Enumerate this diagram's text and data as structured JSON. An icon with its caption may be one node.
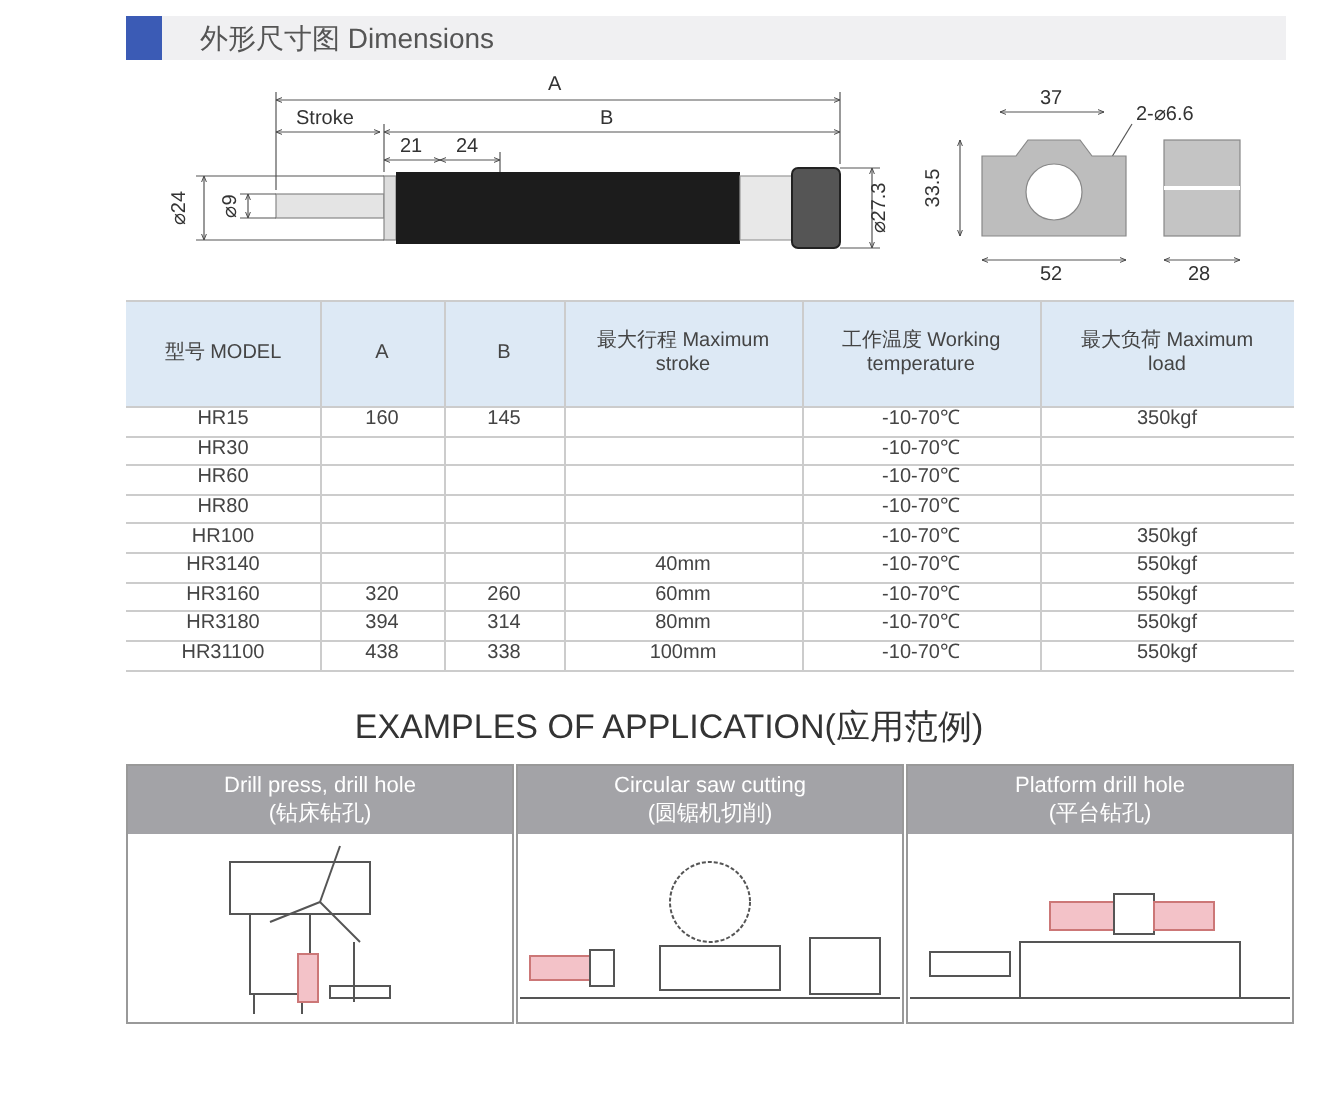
{
  "diagram": {
    "title": "外形尺寸图 Dimensions",
    "nodes": [
      {
        "text": [
          "Drill press, drill hole",
          "(钻床钻孔)"
        ]
      },
      {
        "text": [
          "Circular saw cutting",
          "(圆锯机切削)"
        ]
      },
      {
        "text": [
          "Platform drill hole",
          "(平台钻孔)"
        ]
      }
    ],
    "labels": [
      "A",
      "Stroke",
      "B",
      "21",
      "24",
      "⌀24",
      "⌀9",
      "⌀27.3",
      "37",
      "2-⌀6.6",
      "33.5",
      "52",
      "28",
      "型号 MODEL",
      "A",
      "B",
      "最大行程 Maximum stroke",
      "工作温度 Working temperature",
      "最大负荷 Maximum load",
      "HR15",
      "160",
      "145",
      "-10-70℃",
      "350kgf",
      "HR30",
      "-10-70℃",
      "HR60",
      "-10-70℃",
      "HR80",
      "-10-70℃",
      "HR100",
      "-10-70℃",
      "350kgf",
      "HR3140",
      "40mm",
      "-10-70℃",
      "550kgf",
      "HR3160",
      "320",
      "260",
      "60mm",
      "-10-70℃",
      "550kgf",
      "HR3180",
      "394",
      "314",
      "80mm",
      "-10-70℃",
      "550kgf",
      "HR31100",
      "438",
      "338",
      "100mm",
      "-10-70℃",
      "550kgf",
      "EXAMPLES OF APPLICATION(应用范例)"
    ]
  }
}
